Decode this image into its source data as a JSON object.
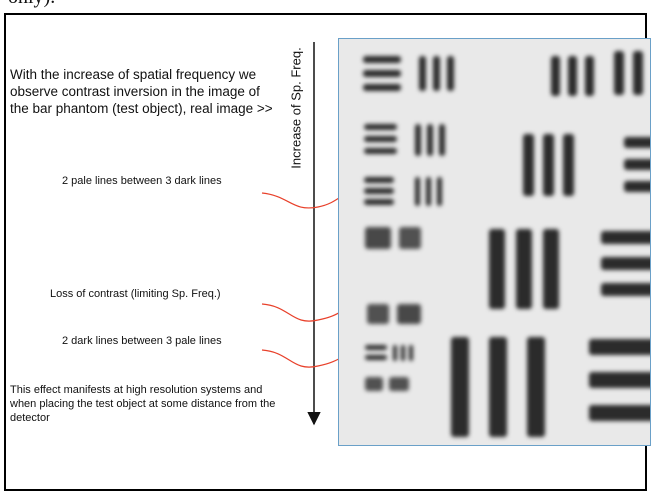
{
  "top_fragment": "only).",
  "intro_text": "With the increase of spatial frequency we observe contrast inversion in the image of the bar phantom (test object), real image >>",
  "axis_label": "Increase of Sp. Freq.",
  "annotations": [
    {
      "id": "pale-lines",
      "text": "2 pale lines between 3 dark lines"
    },
    {
      "id": "loss-contrast",
      "text": "Loss of contrast (limiting Sp. Freq.)"
    },
    {
      "id": "dark-lines",
      "text": "2 dark lines between 3 pale lines"
    }
  ],
  "outro_text": "This effect  manifests at high resolution systems and when placing the test object at some distance from the detector",
  "colors": {
    "arrow": "#111111",
    "annotation_curve": "#e8402a",
    "phantom_background": "#e9e9e9",
    "phantom_border": "#6aa0c8",
    "bar": "#2b2b2b"
  },
  "icons": {
    "axis_arrow": "down-arrow",
    "annotation_pointer": "curved-red-arrow"
  }
}
